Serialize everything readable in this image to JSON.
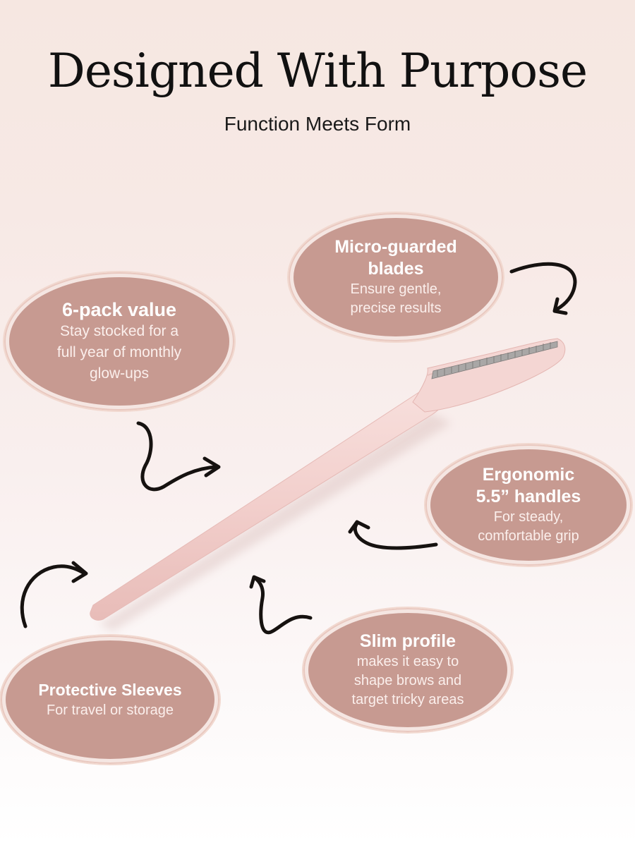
{
  "header": {
    "title": "Designed With Purpose",
    "subtitle": "Function Meets Form"
  },
  "features": {
    "micro": {
      "title_line1": "Micro-guarded",
      "title_line2": "blades",
      "text_line1": "Ensure gentle,",
      "text_line2": "precise results"
    },
    "pack": {
      "title": "6-pack value",
      "text_line1": "Stay stocked for a",
      "text_line2": "full year of monthly",
      "text_line3": "glow-ups"
    },
    "ergo": {
      "title_line1": "Ergonomic",
      "title_line2": "5.5” handles",
      "text_line1": "For steady,",
      "text_line2": "comfortable grip"
    },
    "slim": {
      "title": "Slim profile",
      "text_line1": "makes it easy to",
      "text_line2": "shape brows and",
      "text_line3": "target tricky areas"
    },
    "sleeve": {
      "title": "Protective Sleeves",
      "text": "For travel or storage"
    }
  },
  "colors": {
    "bubble": "#c79a91",
    "razor": "#f3d3d1",
    "arrow": "#161210"
  },
  "icons": {
    "product": "dermaplaning-razor",
    "arrows": "curved-arrow"
  }
}
